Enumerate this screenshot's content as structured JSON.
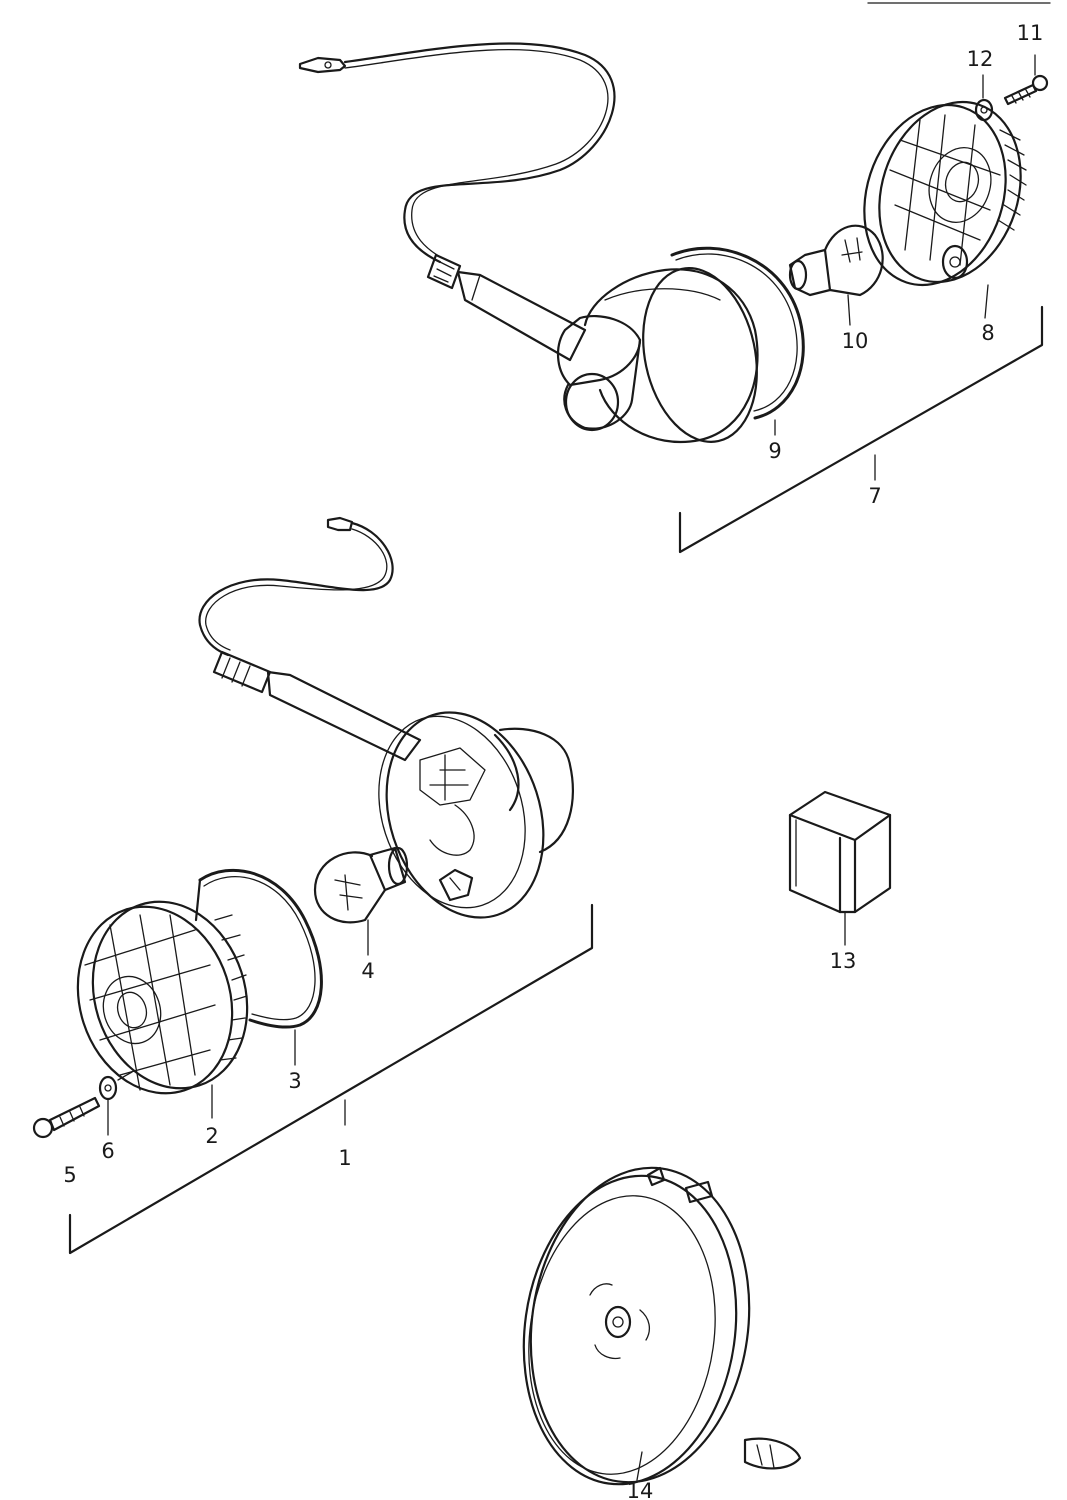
{
  "diagram": {
    "type": "exploded-parts",
    "line_color": "#1a1a1a",
    "background": "#ffffff",
    "callouts": [
      {
        "id": "1",
        "text": "1"
      },
      {
        "id": "2",
        "text": "2"
      },
      {
        "id": "3",
        "text": "3"
      },
      {
        "id": "4",
        "text": "4"
      },
      {
        "id": "5",
        "text": "5"
      },
      {
        "id": "6",
        "text": "6"
      },
      {
        "id": "7",
        "text": "7"
      },
      {
        "id": "8",
        "text": "8"
      },
      {
        "id": "9",
        "text": "9"
      },
      {
        "id": "10",
        "text": "10"
      },
      {
        "id": "11",
        "text": "11"
      },
      {
        "id": "12",
        "text": "12"
      },
      {
        "id": "13",
        "text": "13"
      },
      {
        "id": "14",
        "text": "14"
      }
    ]
  }
}
